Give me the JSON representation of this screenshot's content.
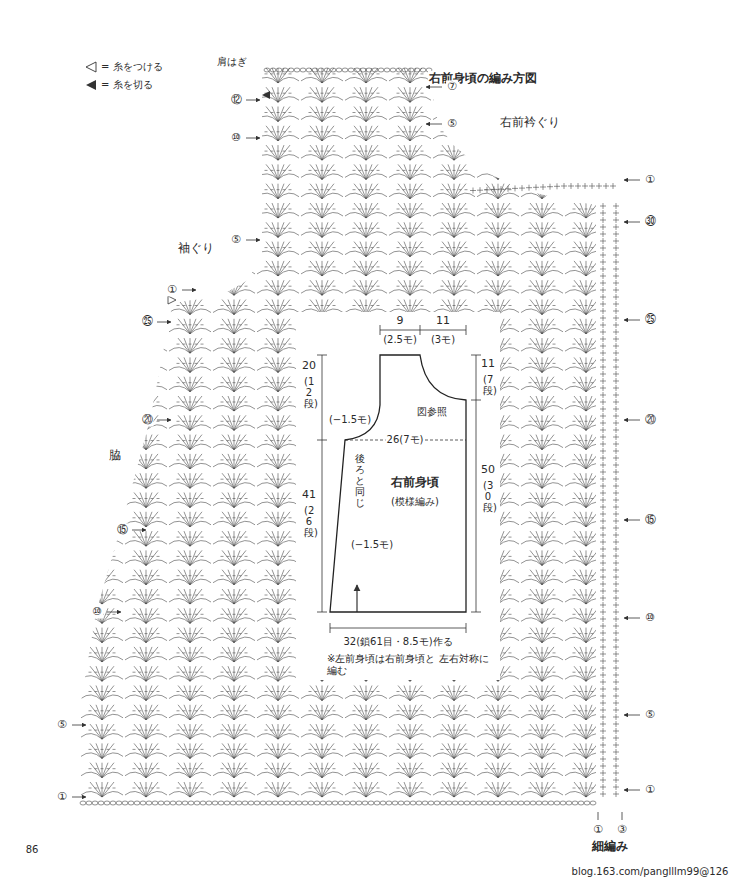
{
  "diagram": {
    "title": "右前身頃の編み方図",
    "nodes": [
      {
        "text": [
          "右前身頃",
          "(模様編み)"
        ]
      }
    ],
    "labels": [
      "肩はぎ",
      "⑫",
      "⑦",
      "⑩",
      "⑤",
      "右前衿ぐり",
      "①",
      "㉚",
      "⑤",
      "袖ぐり",
      "①",
      "㉕",
      "㉕",
      "9",
      "11",
      "(2.5モ)",
      "(3モ)",
      "11",
      "(7段)",
      "20",
      "(12段)",
      "(−1.5モ)",
      "図参照",
      "26(7モ)",
      "後ろと同じ",
      "⑳",
      "⑳",
      "脇",
      "50",
      "(30段)",
      "41",
      "(26段)",
      "⑮",
      "⑮",
      "(−1.5モ)",
      "⑩",
      "⑩",
      "32(鎖61目・8.5モ)作る",
      "※左前身頃は右前身頃と 左右対称に編む",
      "⑤",
      "⑤",
      "①",
      "①",
      "①",
      "③",
      "細編み",
      "86",
      "blog.163.com/panglllm99@126"
    ],
    "legend": [
      {
        "text": "= 糸をつける"
      },
      {
        "text": "= 糸を切る"
      }
    ]
  }
}
